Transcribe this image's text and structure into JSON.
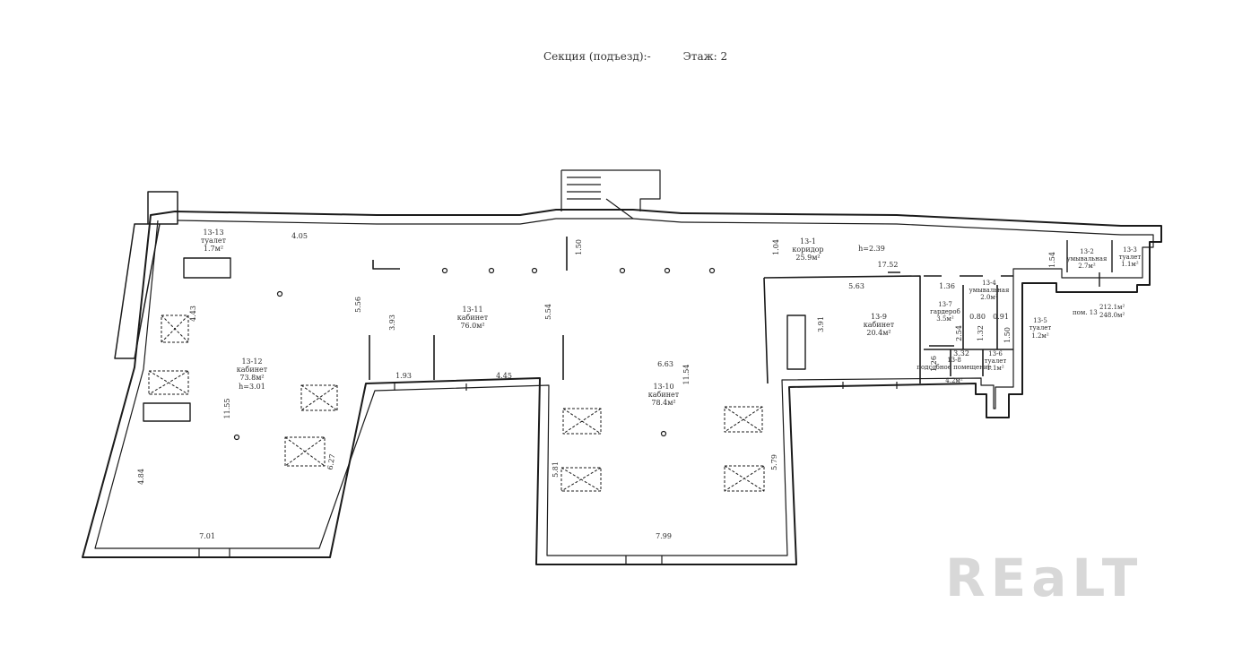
{
  "header": {
    "section": "Секция (подъезд):-",
    "floor": "Этаж: 2"
  },
  "watermark": "REaLT",
  "rooms": [
    {
      "id": "13-13",
      "type": "туалет",
      "area": "1.7м²"
    },
    {
      "id": "13-12",
      "type": "кабинет",
      "area": "73.8м²",
      "height": "h=3.01"
    },
    {
      "id": "13-11",
      "type": "кабинет",
      "area": "76.0м²"
    },
    {
      "id": "13-10",
      "type": "кабинет",
      "area": "78.4м²"
    },
    {
      "id": "13-1",
      "type": "коридор",
      "area": "25.9м²",
      "height": "h=2.39"
    },
    {
      "id": "13-9",
      "type": "кабинет",
      "area": "20.4м²"
    },
    {
      "id": "13-7",
      "type": "гардероб",
      "area": "3.5м²"
    },
    {
      "id": "13-4",
      "type": "умывальная",
      "area": "2.0м²"
    },
    {
      "id": "13-8",
      "type": "подсобное помещение",
      "area": "4.2м²"
    },
    {
      "id": "13-6",
      "type": "туалет",
      "area": "1.1м²"
    },
    {
      "id": "13-5",
      "type": "туалет",
      "area": "1.2м²"
    },
    {
      "id": "13-2",
      "type": "умывальная",
      "area": "2.7м²"
    },
    {
      "id": "13-3",
      "type": "туалет",
      "area": "1.1м²"
    }
  ],
  "summary": {
    "label": "пом. 13",
    "area_main": "212.1м²",
    "area_total": "248.0м²"
  },
  "dimensions": [
    "4.05",
    "1.50",
    "1.04",
    "17.52",
    "5.63",
    "1.54",
    "4.43",
    "5.56",
    "3.93",
    "5.54",
    "3.91",
    "1.36",
    "0.80",
    "0.91",
    "2.54",
    "1.32",
    "1.50",
    "3.32",
    "1.26",
    "1.93",
    "4.45",
    "6.63",
    "11.54",
    "11.55",
    "6.27",
    "4.84",
    "7.01",
    "5.81",
    "5.79",
    "7.99"
  ]
}
